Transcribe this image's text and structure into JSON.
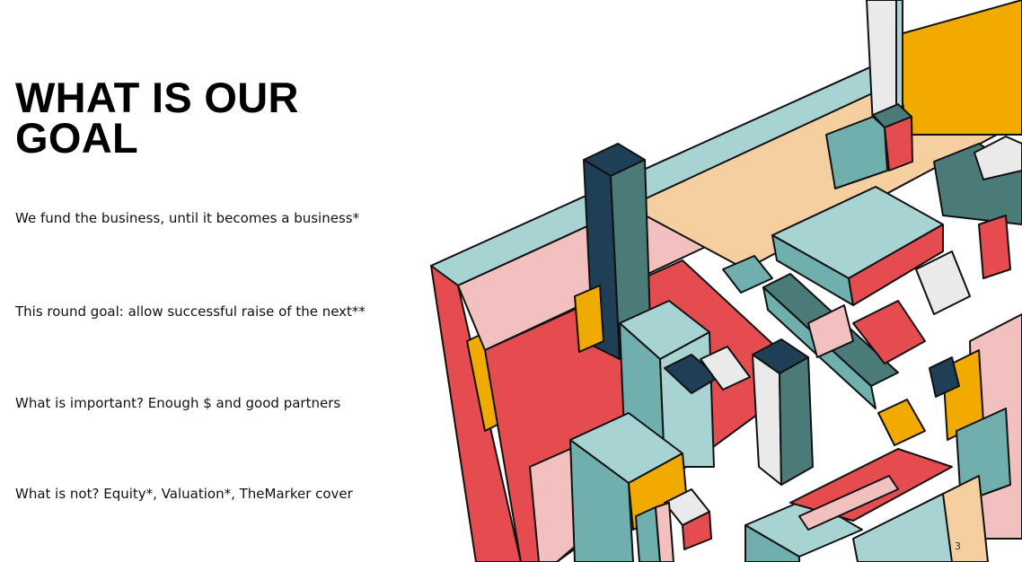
{
  "slide": {
    "title_lines": [
      "WHAT IS OUR",
      "GOAL"
    ],
    "bullets": [
      "We fund the business, until it becomes a business*",
      "This round goal: allow successful raise of the next**",
      "What is important? Enough $ and good partners",
      "What is not? Equity*, Valuation*, TheMarker cover"
    ],
    "page_number": "3"
  },
  "illustration": {
    "name": "isometric-city-blocks",
    "colors": {
      "red": "#e54c4f",
      "pink": "#f2c1bf",
      "peach": "#f5cfa0",
      "yellow": "#f0aa00",
      "teal_light": "#a7d3d3",
      "teal": "#6fb0ae",
      "teal_dark": "#4a7b78",
      "navy": "#1f3f56",
      "white": "#eaeaea",
      "outline": "#111111"
    }
  }
}
